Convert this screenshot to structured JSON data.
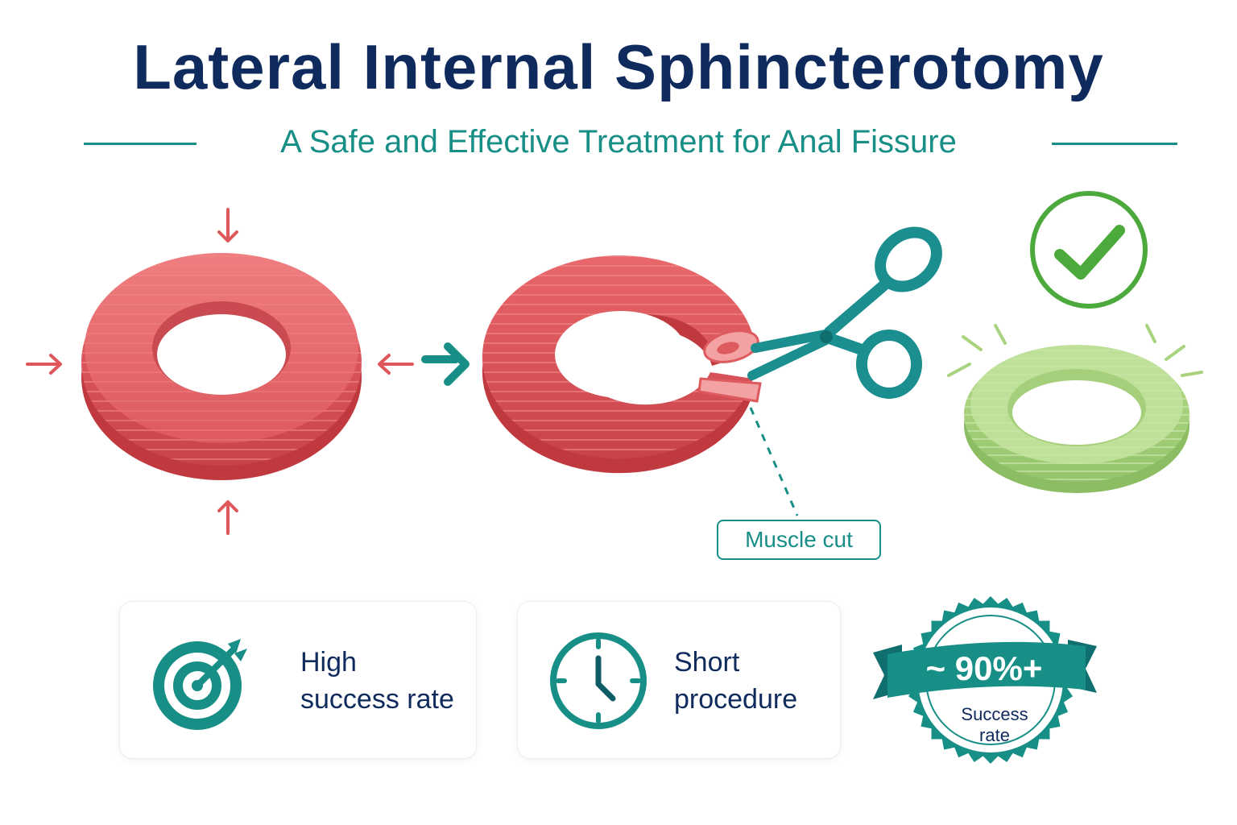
{
  "header": {
    "title": "Lateral Internal Sphincterotomy",
    "subtitle": "A Safe and Effective Treatment for Anal Fissure"
  },
  "diagram": {
    "callout": "Muscle cut",
    "icons": [
      "compression-arrow-icon",
      "step-arrow-icon",
      "scissors-icon",
      "check-icon"
    ]
  },
  "benefits": [
    {
      "icon": "target-icon",
      "line1": "High",
      "line2": "success rate"
    },
    {
      "icon": "clock-icon",
      "line1": "Short",
      "line2": "procedure"
    }
  ],
  "badge": {
    "value": "~ 90%+",
    "line1": "Success",
    "line2": "rate"
  },
  "colors": {
    "navy": "#0f2a5c",
    "teal": "#178f86",
    "muscle_red": "#e0575b",
    "healed_green": "#a9d37f",
    "check_green": "#4caa3c"
  }
}
